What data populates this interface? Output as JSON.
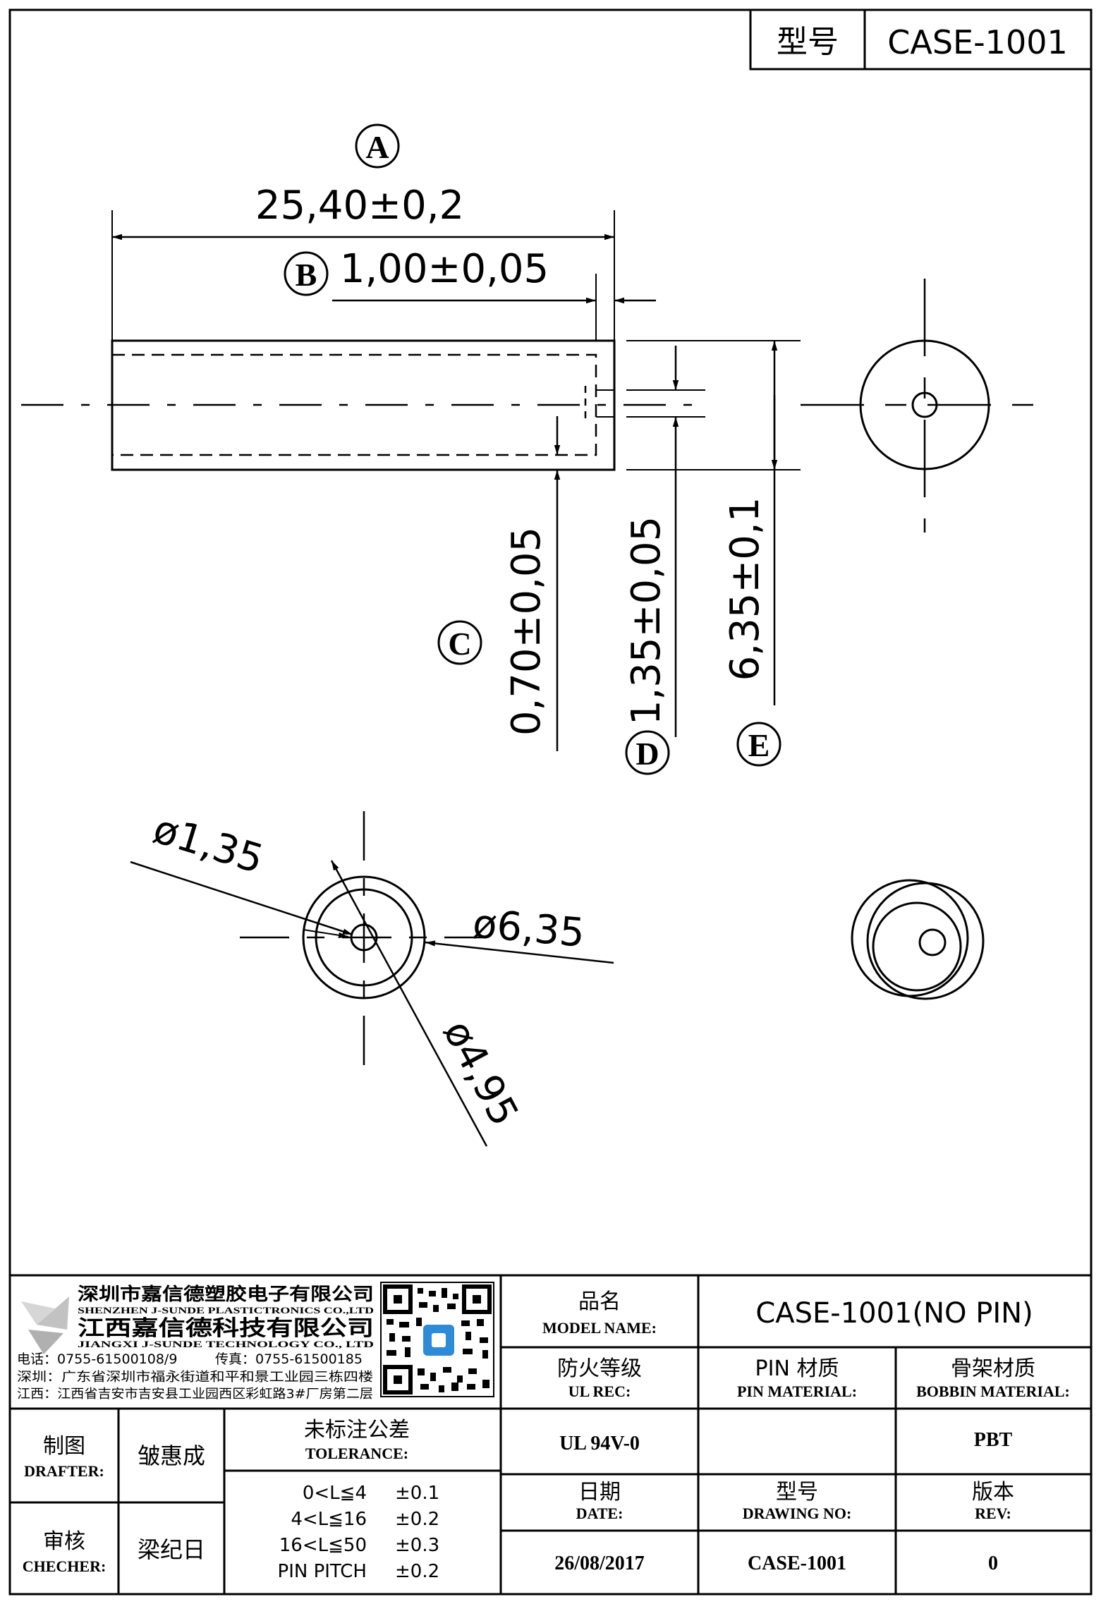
{
  "header": {
    "model_label": "型号",
    "model_value": "CASE-1001"
  },
  "dimensions": {
    "A": {
      "label": "A",
      "value": "25,40±0,2"
    },
    "B": {
      "label": "B",
      "value": "1,00±0,05"
    },
    "C": {
      "label": "C",
      "value": "0,70±0,05"
    },
    "D": {
      "label": "D",
      "value": "1,35±0,05"
    },
    "E": {
      "label": "E",
      "value": "6,35±0,1"
    },
    "diameters": [
      "ø1,35",
      "ø6,35",
      "ø4,95"
    ]
  },
  "company": {
    "name_sz": "深圳市嘉信德塑胶电子有限公司",
    "name_sz_en": "SHENZHEN J-SUNDE PLASTICTRONICS CO.,LTD",
    "name_jx": "江西嘉信德科技有限公司",
    "name_jx_en": "JIANGXI J-SUNDE TECHNOLOGY CO., LTD",
    "phone": "电话：0755-61500108/9",
    "fax": "传真：0755-61500185",
    "addr_sz": "深圳：广东省深圳市福永街道和平和景工业园三栋四楼",
    "addr_jx": "江西：江西省吉安市吉安县工业园西区彩虹路3#厂房第二层"
  },
  "title_block": {
    "model_name_cn": "品名",
    "model_name_en": "MODEL NAME:",
    "model_name_value": "CASE-1001(NO PIN)",
    "ul_cn": "防火等级",
    "ul_en": "UL REC:",
    "ul_value": "UL 94V-0",
    "pin_cn": "PIN 材质",
    "pin_en": "PIN MATERIAL:",
    "pin_value": "",
    "bobbin_cn": "骨架材质",
    "bobbin_en": "BOBBIN MATERIAL:",
    "bobbin_value": "PBT",
    "drafter_cn": "制图",
    "drafter_en": "DRAFTER:",
    "drafter_name": "皱惠成",
    "checker_cn": "审核",
    "checker_en": "CHECHER:",
    "checker_name": "梁纪日",
    "tolerance_cn": "未标注公差",
    "tolerance_en": "TOLERANCE:",
    "tolerances": [
      {
        "range": "0<L≦4",
        "value": "±0.1"
      },
      {
        "range": "4<L≦16",
        "value": "±0.2"
      },
      {
        "range": "16<L≦50",
        "value": "±0.3"
      },
      {
        "range": "PIN PITCH",
        "value": "±0.2"
      }
    ],
    "date_cn": "日期",
    "date_en": "DATE:",
    "date_value": "26/08/2017",
    "drawing_no_cn": "型号",
    "drawing_no_en": "DRAWING NO:",
    "drawing_no_value": "CASE-1001",
    "rev_cn": "版本",
    "rev_en": "REV:",
    "rev_value": "0"
  }
}
